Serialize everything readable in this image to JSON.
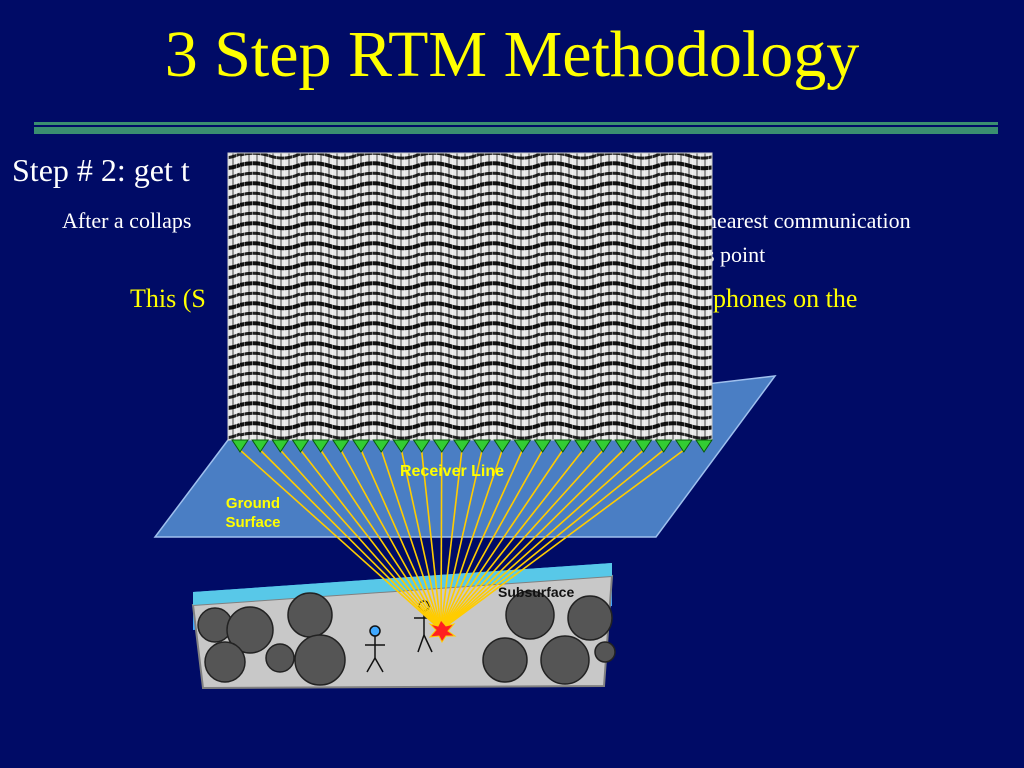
{
  "slide": {
    "title": "3 Step RTM Methodology",
    "step_heading": "Step # 2: get t",
    "paragraph_line1": "After a collaps",
    "paragraph_line1_right": "nearest communication",
    "paragraph_line2": "s point",
    "note_left": "This (S",
    "note_right": "ophones on the"
  },
  "diagram": {
    "labels": {
      "receiver_line": "Receiver Line",
      "ground_surface_1": "Ground",
      "ground_surface_2": "Surface",
      "subsurface": "Subsurface"
    },
    "colors": {
      "background": "#000b66",
      "title": "#ffff00",
      "ground_plane": "#4a7ec4",
      "rays": "#ffcc00",
      "geophones": "#33cc33",
      "source": "#ff2020"
    },
    "geophone_count": 24
  }
}
